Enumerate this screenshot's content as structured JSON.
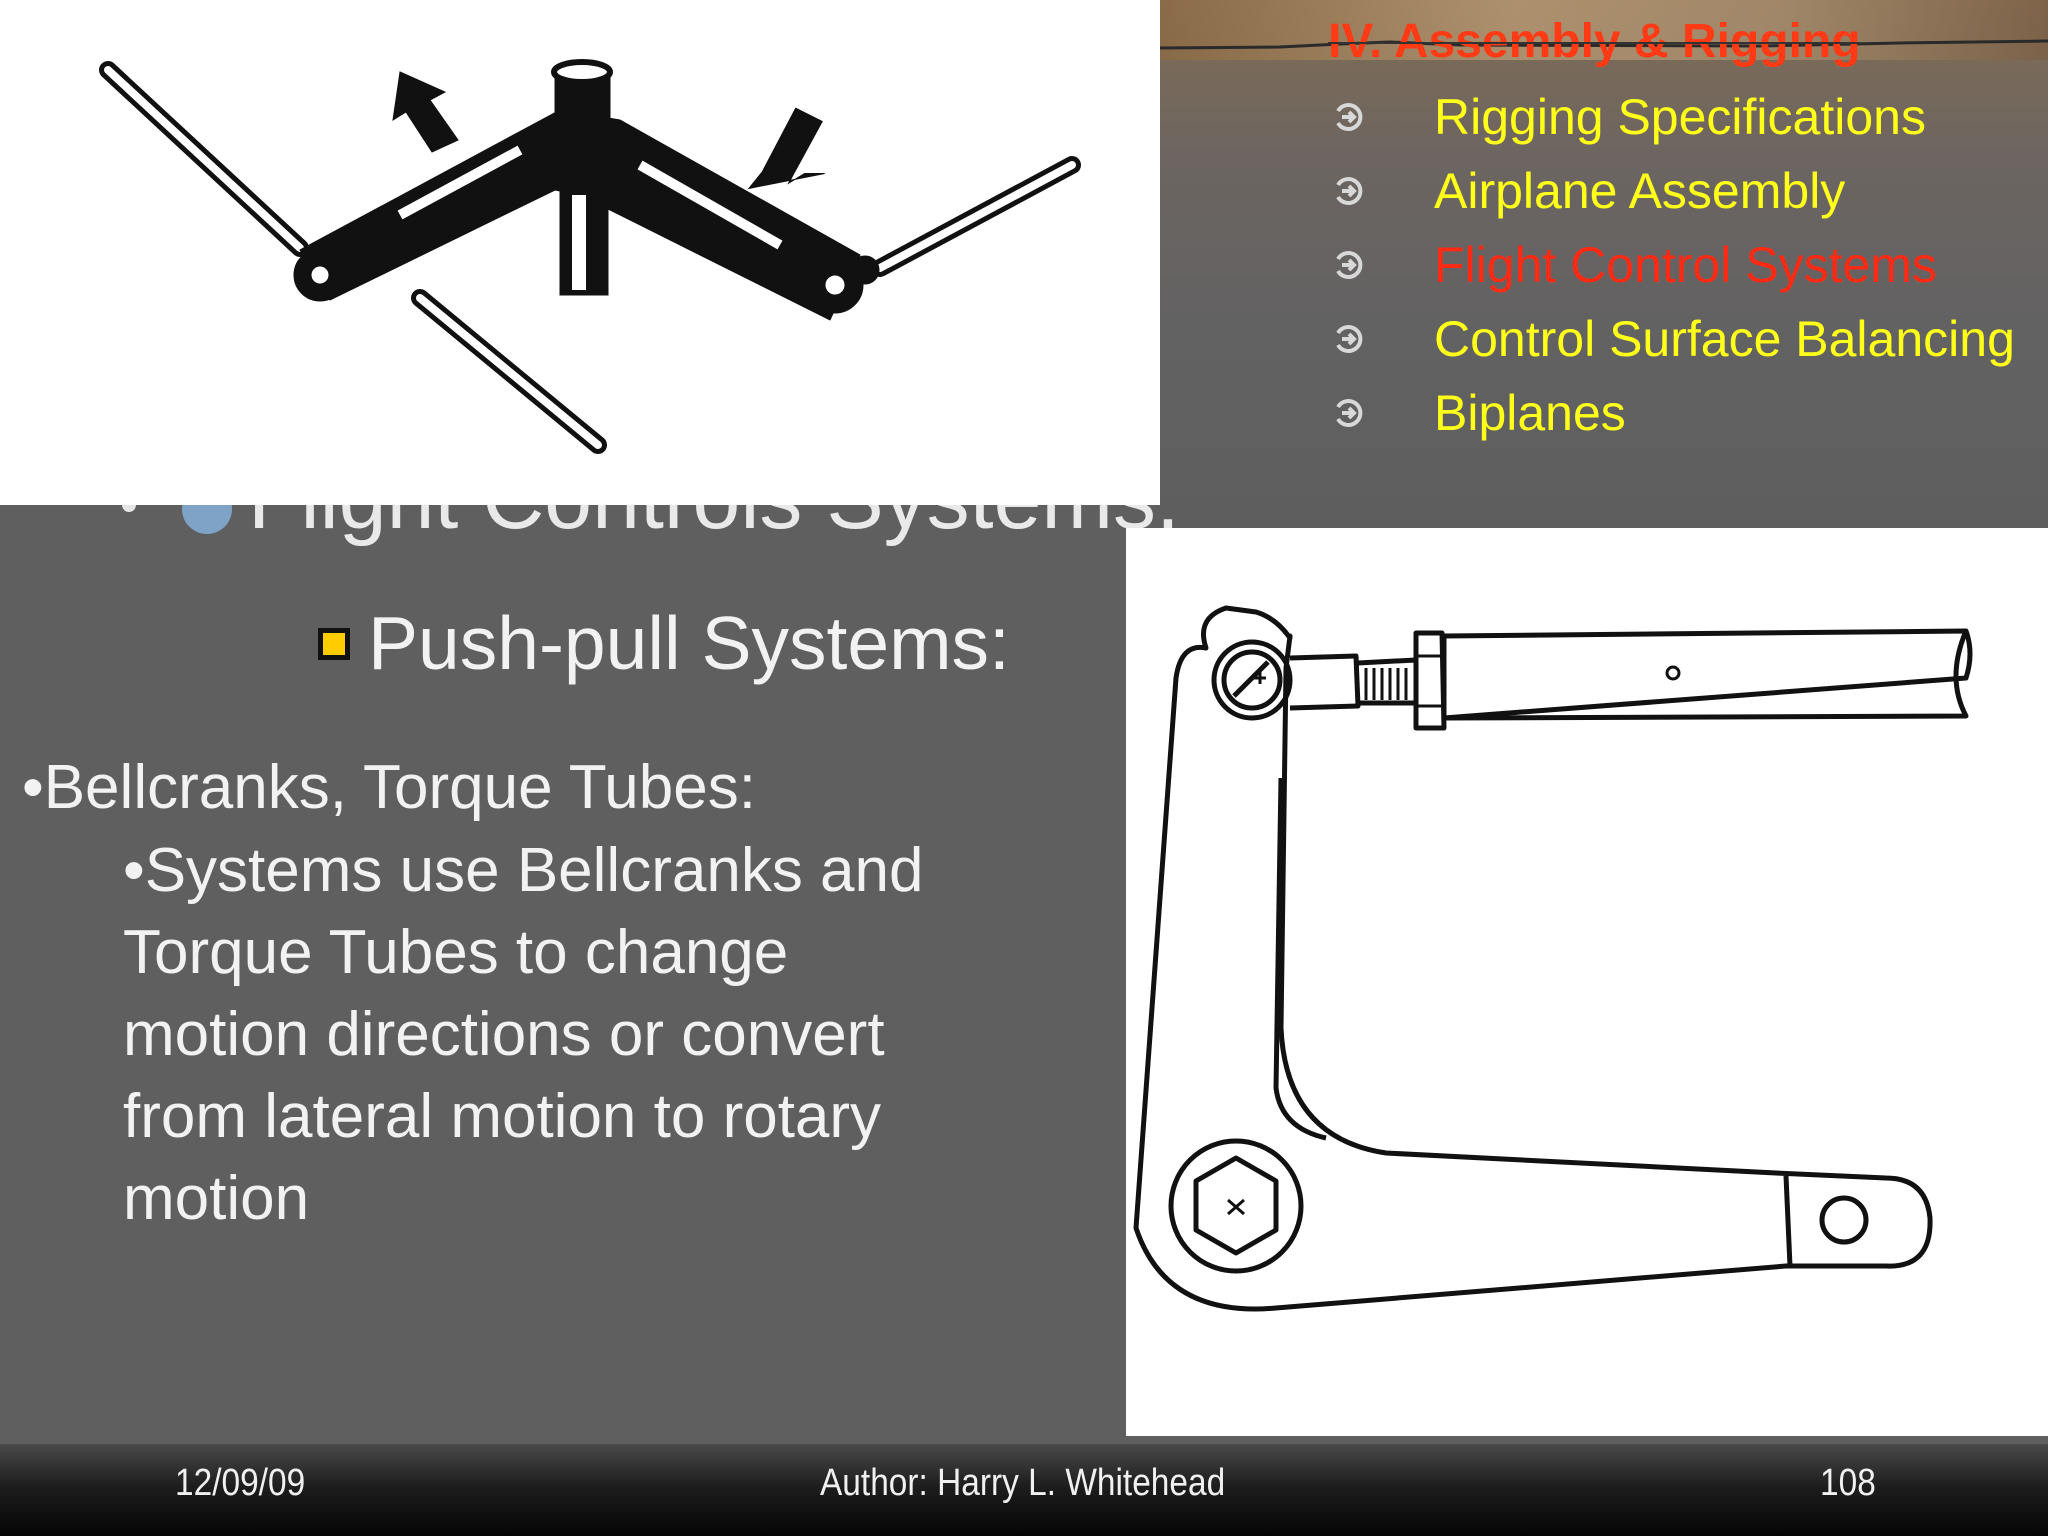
{
  "header": {
    "section_title": "IV.  Assembly & Rigging",
    "menu": [
      {
        "label": "Rigging Specifications",
        "active": false
      },
      {
        "label": "Airplane Assembly",
        "active": false
      },
      {
        "label": "Flight Control Systems",
        "active": true
      },
      {
        "label": "Control Surface Balancing",
        "active": false
      },
      {
        "label": "Biplanes",
        "active": false
      }
    ],
    "menu_arrow_icon": "arrow-circle-icon"
  },
  "content": {
    "heading": "Flight Controls Systems:",
    "subheading": "Push-pull Systems:",
    "bullet_1": "•Bellcranks, Torque Tubes:",
    "bullet_2_lines": [
      "•Systems use Bellcranks and",
      "Torque Tubes to change",
      "motion directions or convert",
      "from lateral motion to rotary",
      "motion"
    ]
  },
  "images": {
    "top_left": "bellcrank-assembly-drawing",
    "bottom_right": "bellcrank-pushrod-drawing"
  },
  "footer": {
    "date": "12/09/09",
    "author": "Author:  Harry L. Whitehead",
    "page": "108"
  },
  "colors": {
    "background": "#5f5f60",
    "menu_text": "#ffff1a",
    "active_text": "#ff2a14",
    "body_text": "#f2f2f2",
    "sub_bullet": "#ffcc00"
  }
}
